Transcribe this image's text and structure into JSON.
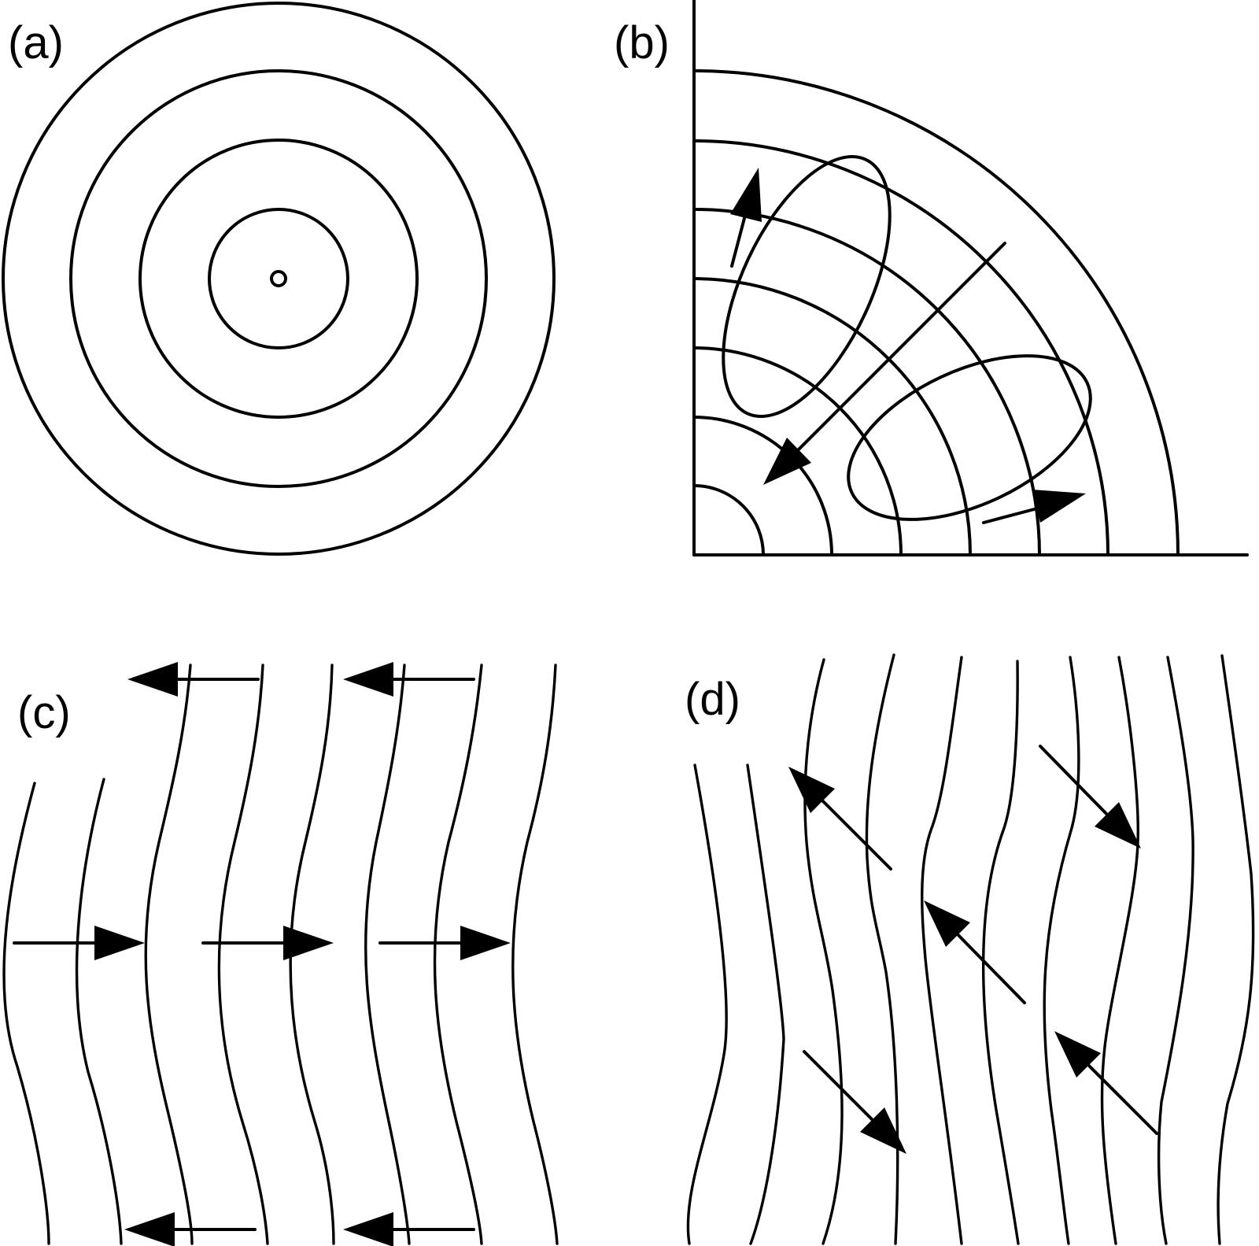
{
  "panels": [
    {
      "id": "a",
      "label": "(a)"
    },
    {
      "id": "b",
      "label": "(b)"
    },
    {
      "id": "c",
      "label": "(c)"
    },
    {
      "id": "d",
      "label": "(d)"
    }
  ],
  "colors": {
    "stroke": "#000000",
    "background": "#ffffff"
  }
}
